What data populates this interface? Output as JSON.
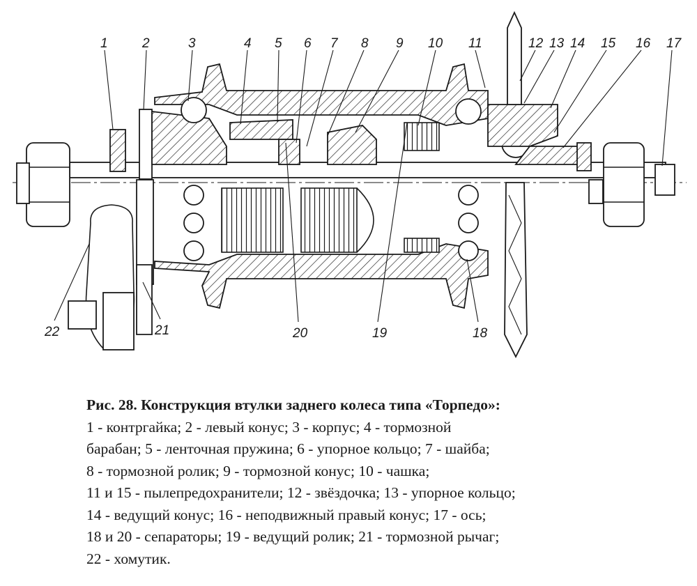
{
  "diagram": {
    "callouts": [
      {
        "id": "1",
        "text": "1"
      },
      {
        "id": "2",
        "text": "2"
      },
      {
        "id": "3",
        "text": "3"
      },
      {
        "id": "4",
        "text": "4"
      },
      {
        "id": "5",
        "text": "5"
      },
      {
        "id": "6",
        "text": "6"
      },
      {
        "id": "7",
        "text": "7"
      },
      {
        "id": "8",
        "text": "8"
      },
      {
        "id": "9",
        "text": "9"
      },
      {
        "id": "10",
        "text": "10"
      },
      {
        "id": "11",
        "text": "11"
      },
      {
        "id": "12",
        "text": "12"
      },
      {
        "id": "13",
        "text": "13"
      },
      {
        "id": "14",
        "text": "14"
      },
      {
        "id": "15",
        "text": "15"
      },
      {
        "id": "16",
        "text": "16"
      },
      {
        "id": "17",
        "text": "17"
      },
      {
        "id": "18",
        "text": "18"
      },
      {
        "id": "19",
        "text": "19"
      },
      {
        "id": "20",
        "text": "20"
      },
      {
        "id": "21",
        "text": "21"
      },
      {
        "id": "22",
        "text": "22"
      }
    ]
  },
  "caption": {
    "title": "Рис. 28. Конструкция втулки заднего колеса типа «Торпедо»:",
    "lines": [
      "1 - контргайка; 2 - левый конус; 3 - корпус; 4 - тормозной",
      "барабан; 5 - ленточная пружина; 6 - упорное кольцо; 7 - шайба;",
      "8 - тормозной ролик; 9 - тормозной конус; 10 - чашка;",
      "11 и 15 - пылепредохранители; 12 - звёздочка; 13 - упорное кольцо;",
      "14 - ведущий конус; 16 - неподвижный правый конус; 17 - ось;",
      "18 и 20 - сепараторы; 19 - ведущий ролик; 21 - тормозной рычаг;",
      "22 - хомутик."
    ]
  }
}
